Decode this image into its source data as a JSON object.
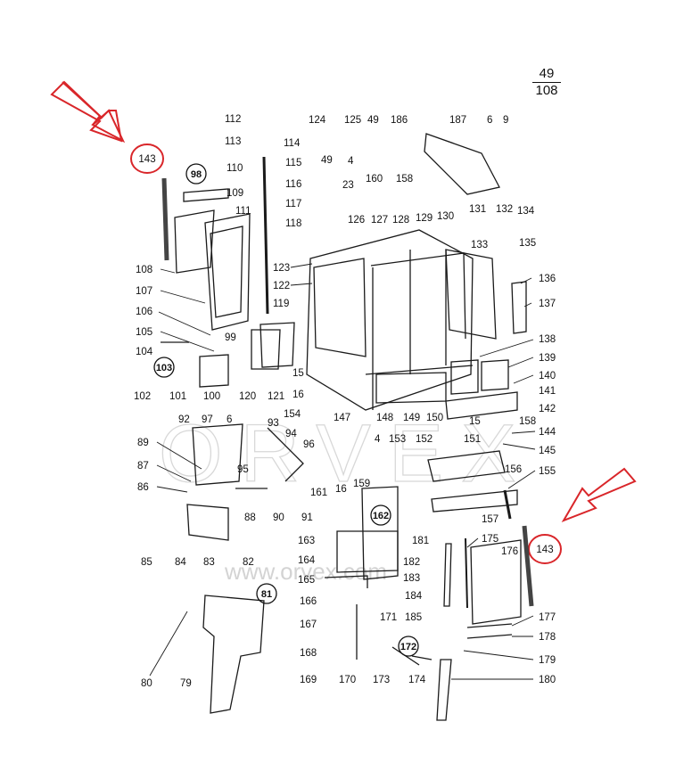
{
  "page": {
    "top": "49",
    "bottom": "108"
  },
  "watermark": {
    "logo": "ORVEX",
    "url": "www.orvex.com"
  },
  "highlight": {
    "color": "#d9262a",
    "callouts": [
      "143",
      "143"
    ]
  },
  "circled": [
    "98",
    "103",
    "162",
    "81",
    "172"
  ],
  "labels": {
    "l112": "112",
    "l113": "113",
    "l114": "114",
    "l115": "115",
    "l116": "116",
    "l117": "117",
    "l118": "118",
    "l110": "110",
    "l109": "109",
    "l111": "111",
    "l124": "124",
    "l125": "125",
    "l49": "49",
    "l186": "186",
    "l187": "187",
    "l6": "6",
    "l9": "9",
    "l4": "4",
    "l23": "23",
    "l160": "160",
    "l158": "158",
    "l49b": "49",
    "l126": "126",
    "l127": "127",
    "l128": "128",
    "l129": "129",
    "l130": "130",
    "l131": "131",
    "l132": "132",
    "l134": "134",
    "l133": "133",
    "l135": "135",
    "l108": "108",
    "l107": "107",
    "l106": "106",
    "l105": "105",
    "l104": "104",
    "l102": "102",
    "l101": "101",
    "l100": "100",
    "l99": "99",
    "l123": "123",
    "l122": "122",
    "l119": "119",
    "l120": "120",
    "l121": "121",
    "l136": "136",
    "l137": "137",
    "l138": "138",
    "l139": "139",
    "l140": "140",
    "l141": "141",
    "l142": "142",
    "l15": "15",
    "l16": "16",
    "l154": "154",
    "l147": "147",
    "l148": "148",
    "l149": "149",
    "l150": "150",
    "l15b": "15",
    "l158b": "158",
    "l144": "144",
    "l145": "145",
    "l92": "92",
    "l97": "97",
    "l6b": "6",
    "l93": "93",
    "l94": "94",
    "l89": "89",
    "l96": "96",
    "l95": "95",
    "l87": "87",
    "l86": "86",
    "l88": "88",
    "l90": "90",
    "l91": "91",
    "l161": "161",
    "l16b": "16",
    "l159": "159",
    "l4b": "4",
    "l153": "153",
    "l152": "152",
    "l151": "151",
    "l156": "156",
    "l155": "155",
    "l85": "85",
    "l84": "84",
    "l83": "83",
    "l82": "82",
    "l157": "157",
    "l163": "163",
    "l164": "164",
    "l165": "165",
    "l181": "181",
    "l182": "182",
    "l183": "183",
    "l184": "184",
    "l185": "185",
    "l166": "166",
    "l167": "167",
    "l171": "171",
    "l175": "175",
    "l176": "176",
    "l177": "177",
    "l178": "178",
    "l168": "168",
    "l169": "169",
    "l170": "170",
    "l173": "173",
    "l174": "174",
    "l179": "179",
    "l180": "180",
    "l80": "80",
    "l79": "79"
  }
}
